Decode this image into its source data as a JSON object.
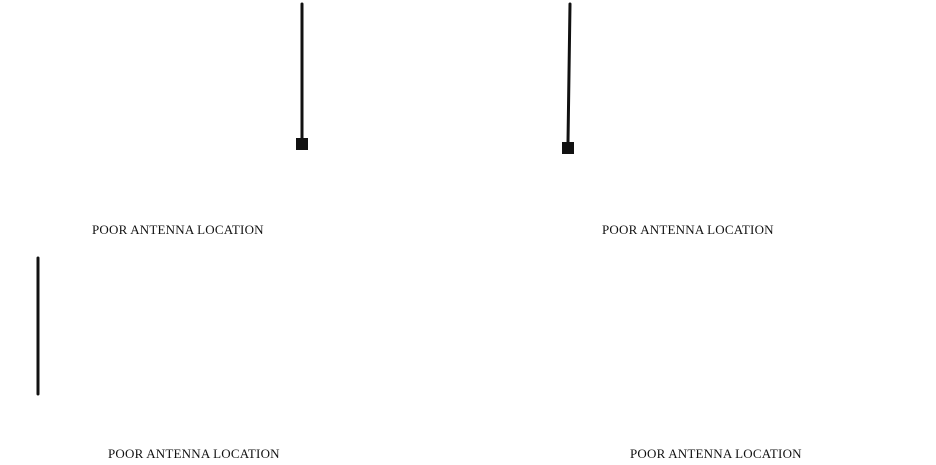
{
  "panels": [
    {
      "caption": "POOR ANTENNA LOCATION",
      "antenna": "front-fender",
      "wheel_style": "tight"
    },
    {
      "caption": "POOR ANTENNA LOCATION",
      "antenna": "rear-side",
      "wheel_style": "tight"
    },
    {
      "caption": "POOR ANTENNA LOCATION",
      "antenna": "rear-bumper",
      "wheel_style": "tight"
    },
    {
      "caption": "POOR ANTENNA LOCATION",
      "antenna": "none",
      "wheel_style": "tight"
    }
  ]
}
